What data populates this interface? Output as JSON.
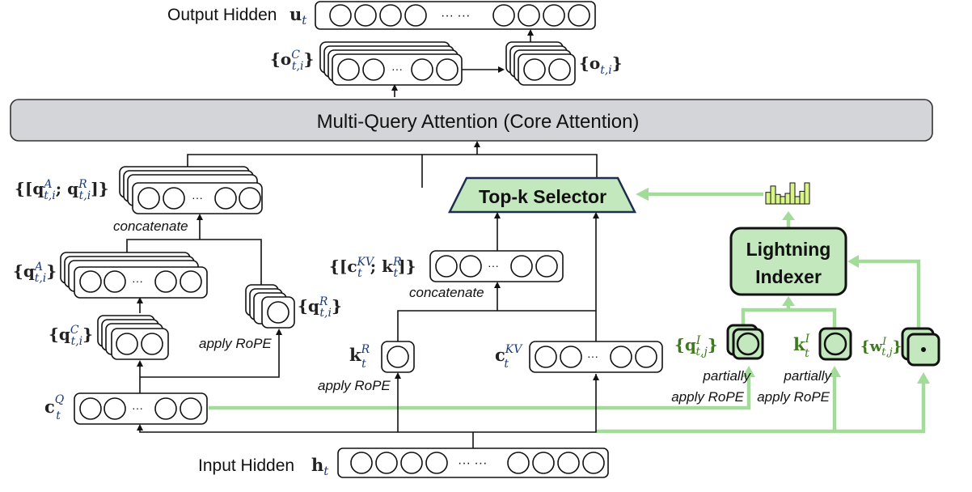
{
  "title": "DeepSeek Sparse Attention architecture diagram",
  "labels": {
    "output_hidden": "Output Hidden",
    "output_hidden_sym": "u",
    "output_hidden_sub": "t",
    "input_hidden": "Input Hidden",
    "input_hidden_sym": "h",
    "input_hidden_sub": "t",
    "core_attention": "Multi-Query Attention (Core Attention)",
    "topk_selector": "Top-k Selector",
    "lightning_indexer_line1": "Lightning",
    "lightning_indexer_line2": "Indexer",
    "o_c": "{o",
    "o_c_sup": "C",
    "o_c_sub": "t,i",
    "o": "{o",
    "o_sub": "t,i",
    "q_ar": "{[q",
    "q_ar_sup1": "A",
    "q_ar_sub1": "t,i",
    "q_ar_mid": "; q",
    "q_ar_sup2": "R",
    "q_ar_sub2": "t,i",
    "q_ar_end": "]}",
    "q_a": "{q",
    "q_a_sup": "A",
    "q_a_sub": "t,i",
    "q_c": "{q",
    "q_c_sup": "C",
    "q_c_sub": "t,i",
    "q_r": "{q",
    "q_r_sup": "R",
    "q_r_sub": "t,i",
    "c_q": "c",
    "c_q_sup": "Q",
    "c_q_sub": "t",
    "ckv_kr": "{[c",
    "ckv_kr_sup1": "KV",
    "ckv_kr_sub1": "t",
    "ckv_kr_mid": "; k",
    "ckv_kr_sup2": "R",
    "ckv_kr_sub2": "t",
    "ckv_kr_end": "]}",
    "k_r": "k",
    "k_r_sup": "R",
    "k_r_sub": "t",
    "c_kv": "c",
    "c_kv_sup": "KV",
    "c_kv_sub": "t",
    "q_i": "{q",
    "q_i_sup": "I",
    "q_i_sub": "t,j",
    "k_i": "k",
    "k_i_sup": "I",
    "k_i_sub": "t",
    "w_i": "{w",
    "w_i_sup": "I",
    "w_i_sub": "t,j",
    "brace_close": "}",
    "dots": "···",
    "dots_double": "··· ···"
  },
  "notes": {
    "concatenate_q": "concatenate",
    "concatenate_kv": "concatenate",
    "apply_rope_q": "apply RoPE",
    "apply_rope_k": "apply RoPE",
    "partially_q_1": "partially",
    "partially_q_2": "apply RoPE",
    "partially_k_1": "partially",
    "partially_k_2": "apply RoPE"
  },
  "colors": {
    "core_attention_fill": "#d3d5d8",
    "green_fill": "#c3e8bd",
    "green_line": "#a3dc98",
    "green_text": "#3f7a1f",
    "histogram_fill": "#d9f58a"
  },
  "histogram_bars": [
    0.55,
    0.85,
    0.45,
    0.35,
    0.5,
    1.0,
    0.35,
    0.6,
    1.0
  ]
}
